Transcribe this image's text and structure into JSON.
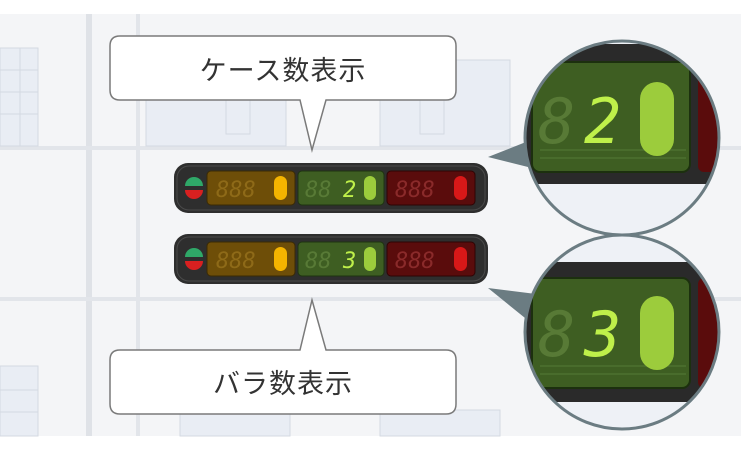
{
  "callouts": {
    "top_label": "ケース数表示",
    "bottom_label": "バラ数表示"
  },
  "displays": [
    {
      "name": "case-count-display",
      "counters": [
        {
          "role": "left",
          "lit_digit": "",
          "color": "#f0a800"
        },
        {
          "role": "middle",
          "lit_digit": "2",
          "color": "#a6e22e"
        },
        {
          "role": "right",
          "lit_digit": "",
          "color": "#e02020"
        }
      ]
    },
    {
      "name": "piece-count-display",
      "counters": [
        {
          "role": "left",
          "lit_digit": "",
          "color": "#f0a800"
        },
        {
          "role": "middle",
          "lit_digit": "3",
          "color": "#a6e22e"
        },
        {
          "role": "right",
          "lit_digit": "",
          "color": "#e02020"
        }
      ]
    }
  ],
  "magnifiers": [
    {
      "name": "zoom-case",
      "lit_digit": "2"
    },
    {
      "name": "zoom-piece",
      "lit_digit": "3"
    }
  ],
  "colors": {
    "body": "#2e2e2e",
    "amber_panel": "#6e4e08",
    "amber_lamp": "#f4b400",
    "green_panel": "#3e5e22",
    "green_digit": "#bff04a",
    "green_lamp": "#9ccc3c",
    "red_panel": "#5a0c0c",
    "red_lamp": "#d81818",
    "status_green": "#2fa868",
    "status_red": "#d82020"
  }
}
